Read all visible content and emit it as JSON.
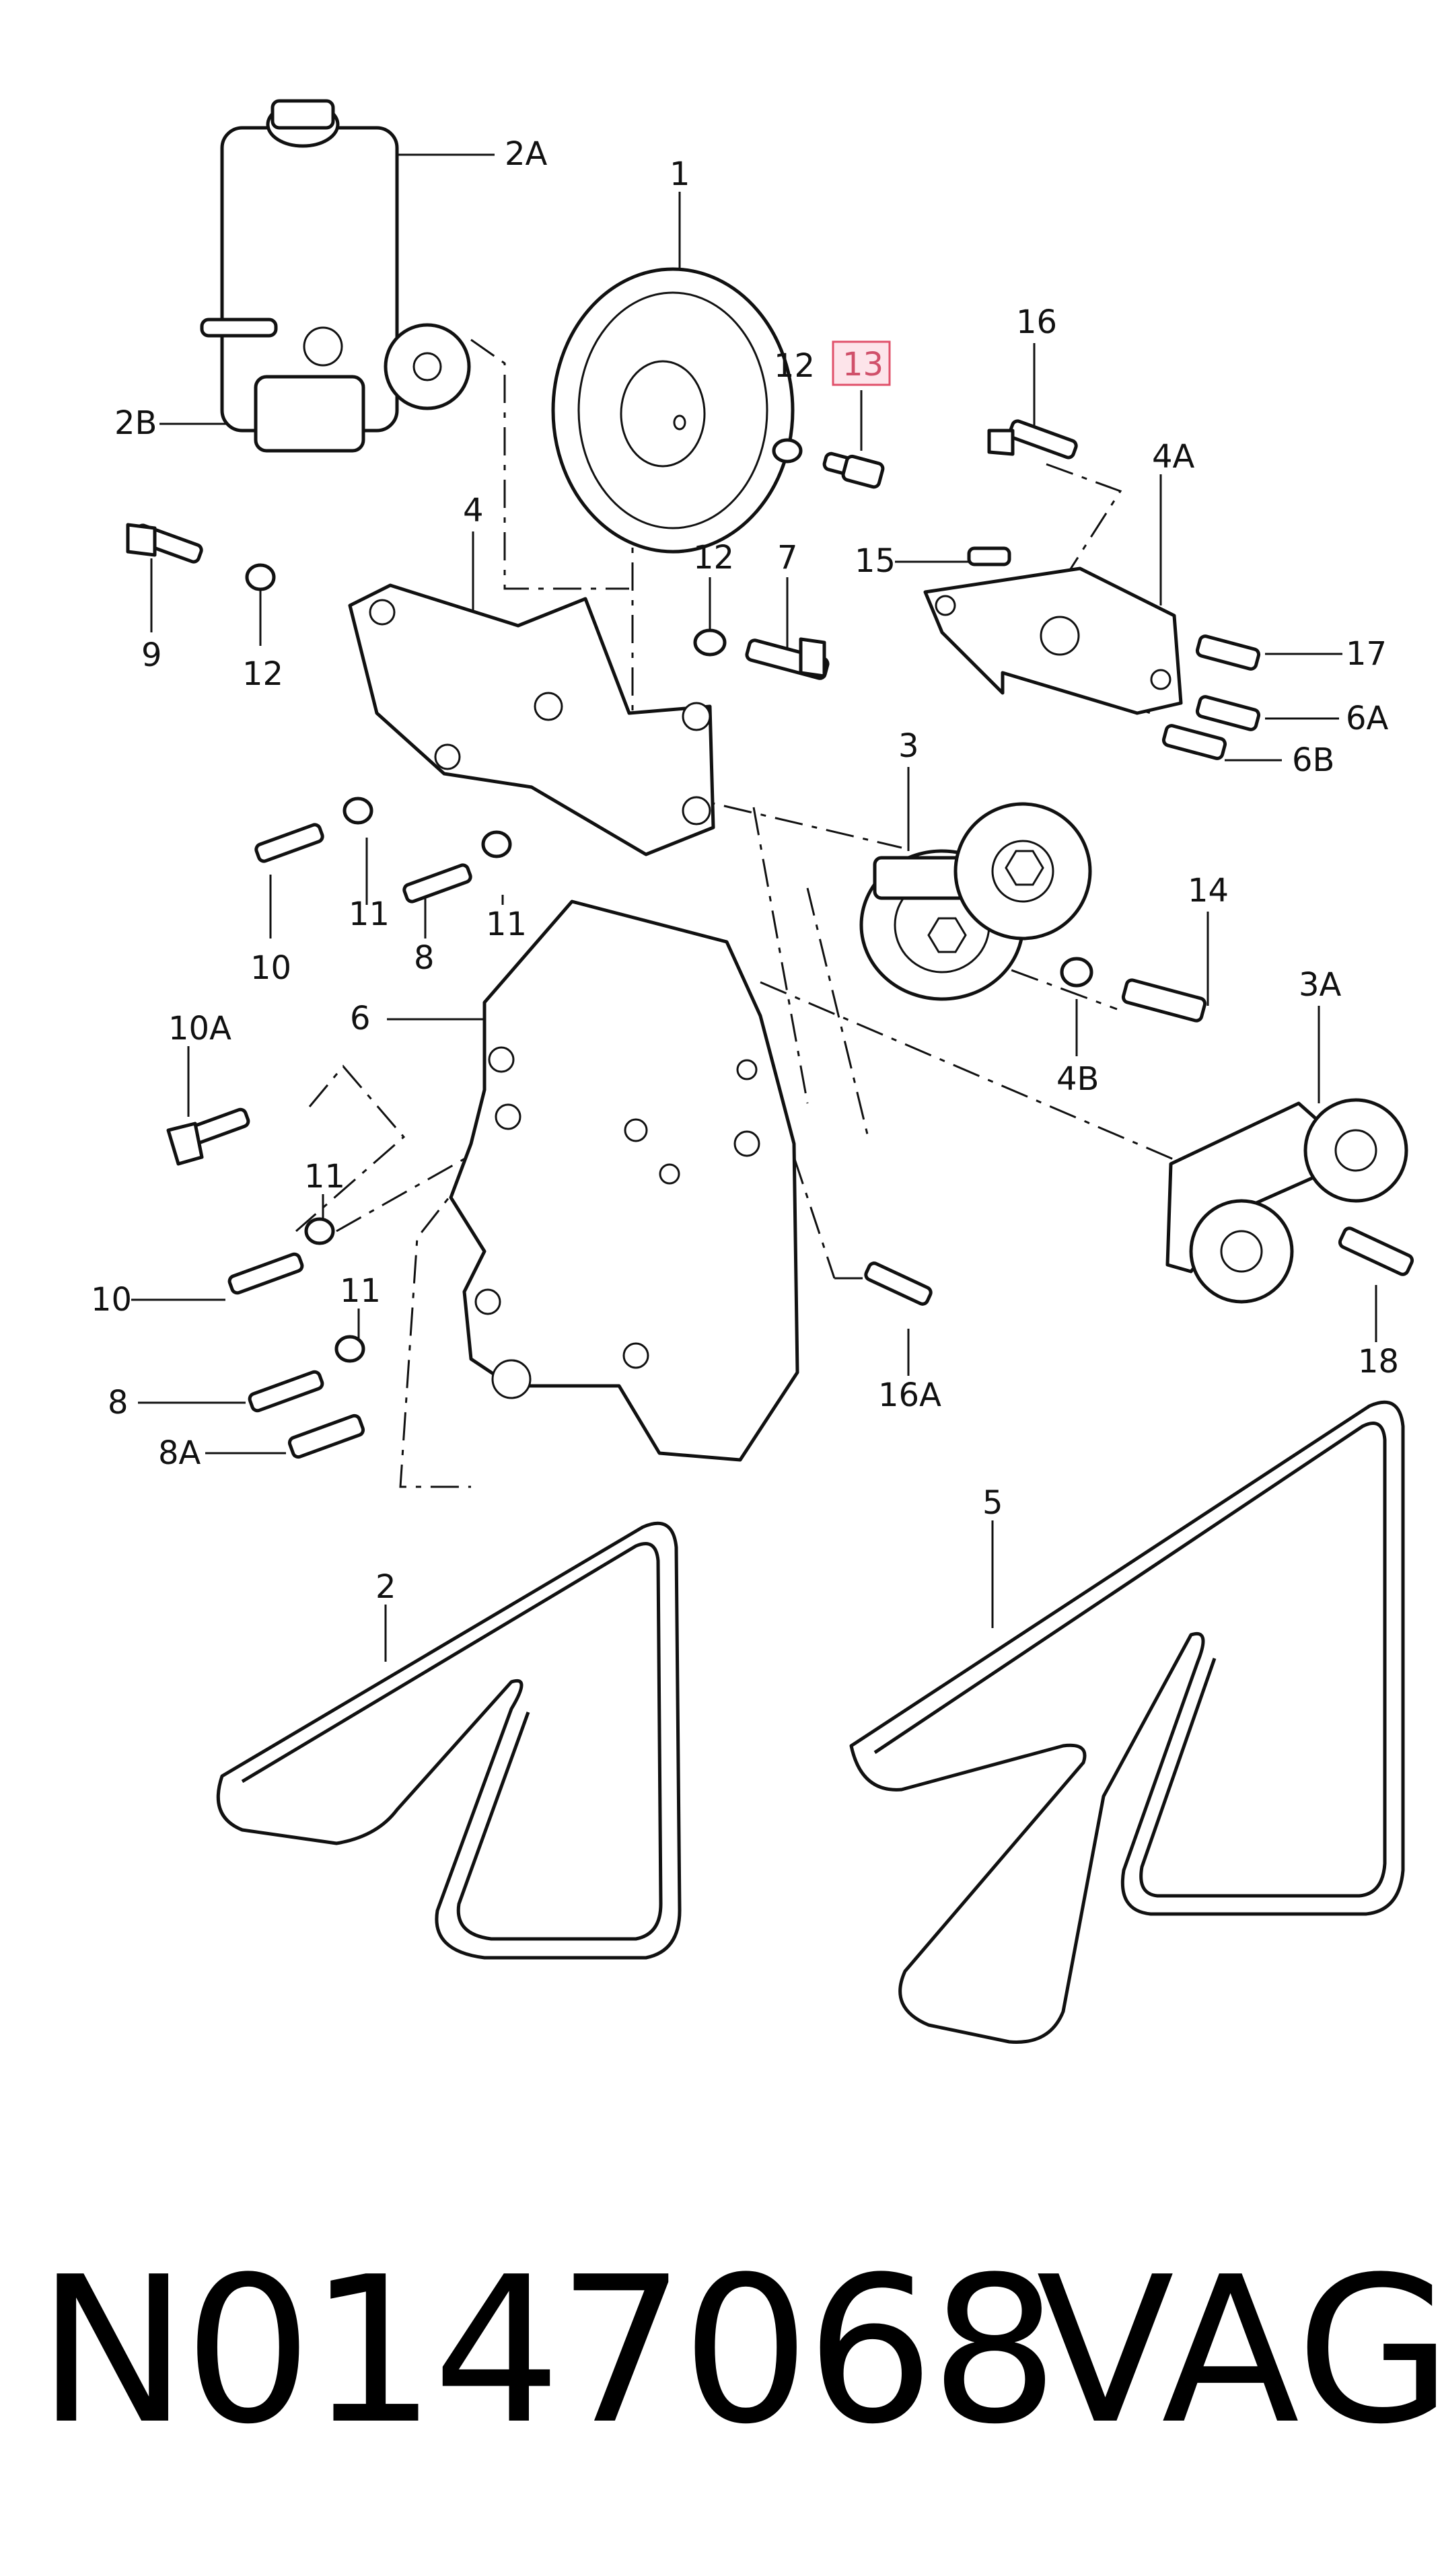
{
  "diagram": {
    "labels": {
      "l1": "1",
      "l2A": "2A",
      "l2B": "2B",
      "l12a": "12",
      "l13": "13",
      "l16": "16",
      "l4A": "4A",
      "l15": "15",
      "l17": "17",
      "l6A": "6A",
      "l6B": "6B",
      "l4": "4",
      "l9": "9",
      "l12b": "12",
      "l12c": "12",
      "l7": "7",
      "l3": "3",
      "l14": "14",
      "l4B": "4B",
      "l3A": "3A",
      "l18": "18",
      "l10": "10",
      "l11a": "11",
      "l8": "8",
      "l11b": "11",
      "l10A": "10A",
      "l6": "6",
      "l11c": "11",
      "l10b": "10",
      "l11d": "11",
      "l8b": "8",
      "l8A": "8A",
      "l16A": "16A",
      "l2": "2",
      "l5": "5"
    },
    "highlight_label": "13",
    "highlight_color": "#e0506a"
  },
  "footer": {
    "part_number": "N0147068",
    "brand": "VAG"
  }
}
